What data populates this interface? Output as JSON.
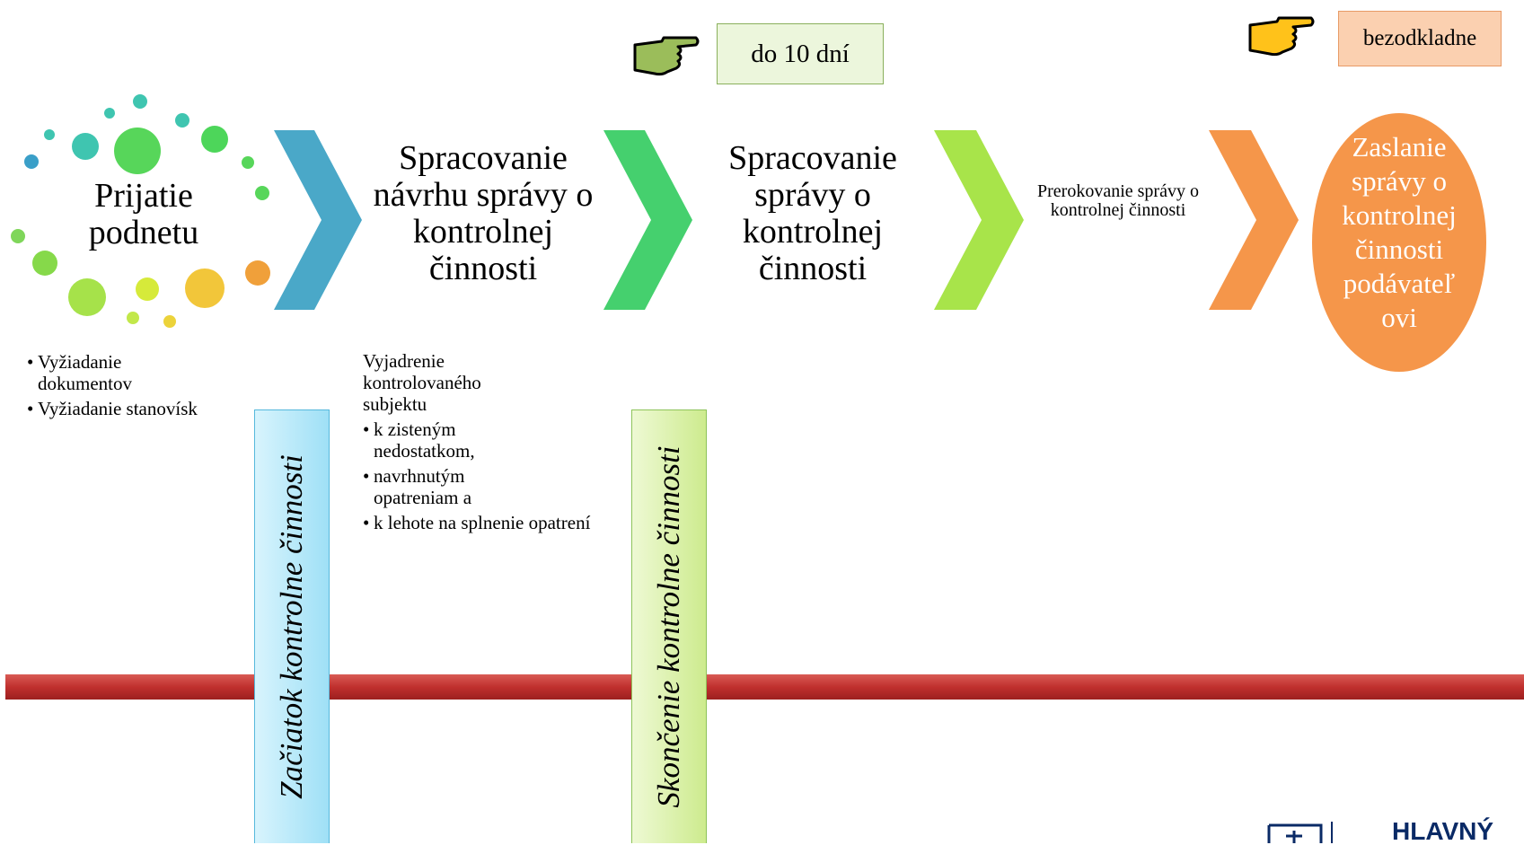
{
  "callouts": {
    "days_label": "do 10 dní",
    "immediately_label": "bezodkladne"
  },
  "steps": {
    "step1": "Prijatie podnetu",
    "step2": "Spracovanie návrhu správy o kontrolnej činnosti",
    "step3": "Spracovanie správy o kontrolnej činnosti",
    "step4": "Prerokovanie správy o kontrolnej činnosti",
    "step5": "Zaslanie správy o kontrolnej činnosti podávateľovi"
  },
  "step5_lines": [
    "Zaslanie",
    "správy o",
    "kontrolnej",
    "činnosti",
    "podávateľ",
    "ovi"
  ],
  "notes1": {
    "items": [
      "Vyžiadanie dokumentov",
      "Vyžiadanie stanovísk"
    ]
  },
  "notes2": {
    "intro": "Vyjadrenie kontrolovaného subjektu",
    "items": [
      "k zisteným nedostatkom,",
      "navrhnutým opatreniam a",
      "k lehote na splnenie opatrení"
    ]
  },
  "milestones": {
    "start": "Začiatok kontrolne činnosti",
    "end": "Skončenie kontrolne činnosti"
  },
  "logo": {
    "text": "HLAVNÝ"
  },
  "colors": {
    "chevron1": "#4aa8c8",
    "chevron2": "#45d06e",
    "chevron3": "#a8e44a",
    "chevron4": "#f5964a",
    "circle": "#f5964a",
    "timeline": "#c83a3a",
    "bar_start": "#aee6f8",
    "bar_end": "#d7f0a0"
  }
}
